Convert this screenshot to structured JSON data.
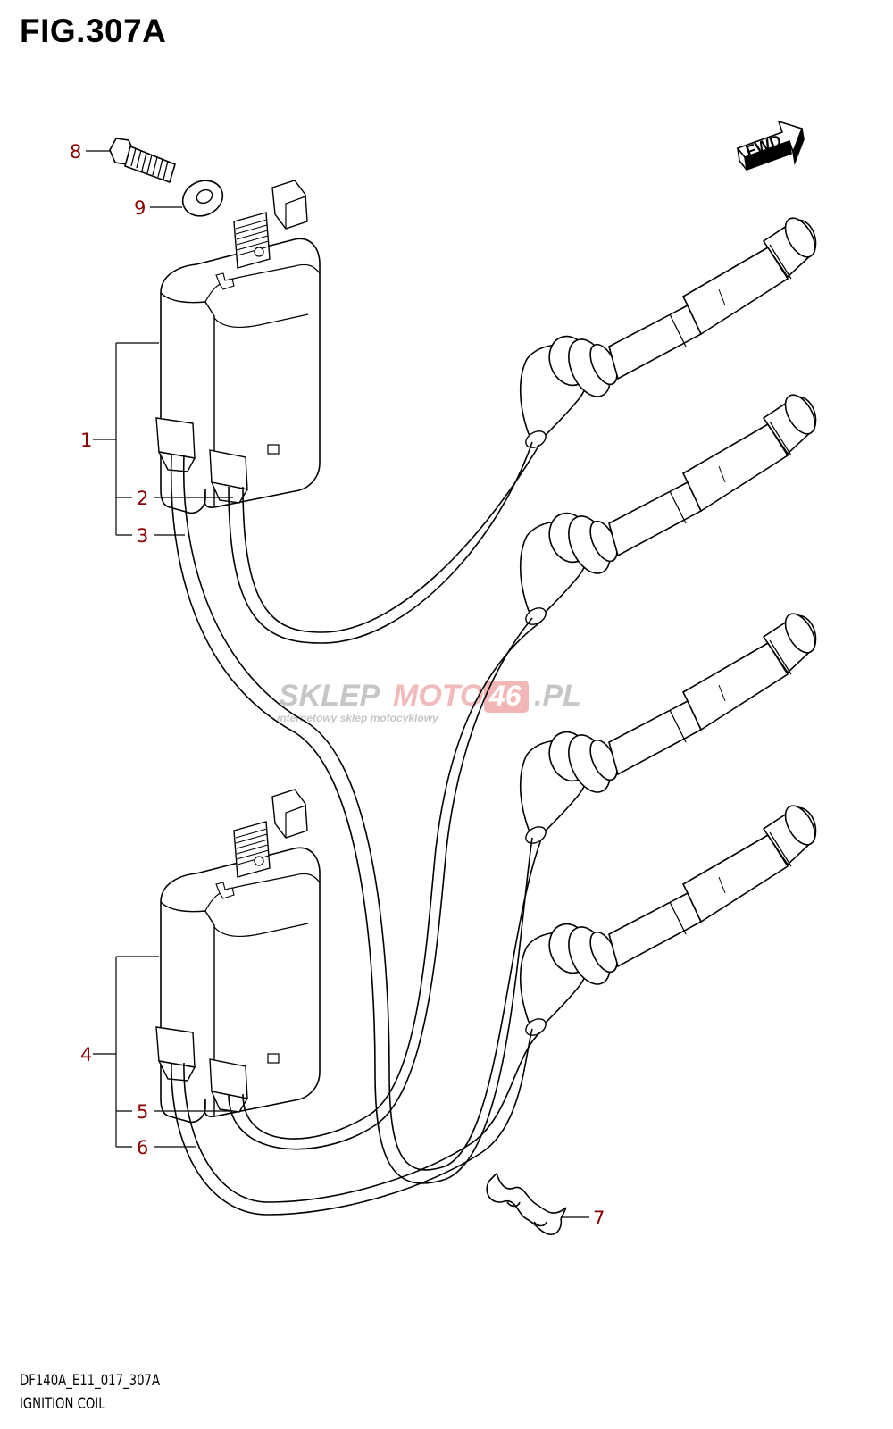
{
  "figure": {
    "title": "FIG.307A",
    "model_code": "DF140A_E11_017_307A",
    "part_group": "IGNITION COIL"
  },
  "direction_badge": {
    "label": "FWD",
    "icon": "forward-arrow-icon"
  },
  "watermark": {
    "brand_part1": "SKLEP",
    "brand_part2": "MOTO",
    "brand_part3": "46",
    "brand_suffix": ".PL",
    "tagline": "internetowy sklep motocyklowy",
    "accent_color": "#e03030",
    "base_color": "#bdbdbd"
  },
  "callouts": [
    {
      "number": "1"
    },
    {
      "number": "2"
    },
    {
      "number": "3"
    },
    {
      "number": "4"
    },
    {
      "number": "5"
    },
    {
      "number": "6"
    },
    {
      "number": "7"
    },
    {
      "number": "8"
    },
    {
      "number": "9"
    }
  ],
  "colors": {
    "callout": "#8b0000",
    "line": "#000000"
  }
}
